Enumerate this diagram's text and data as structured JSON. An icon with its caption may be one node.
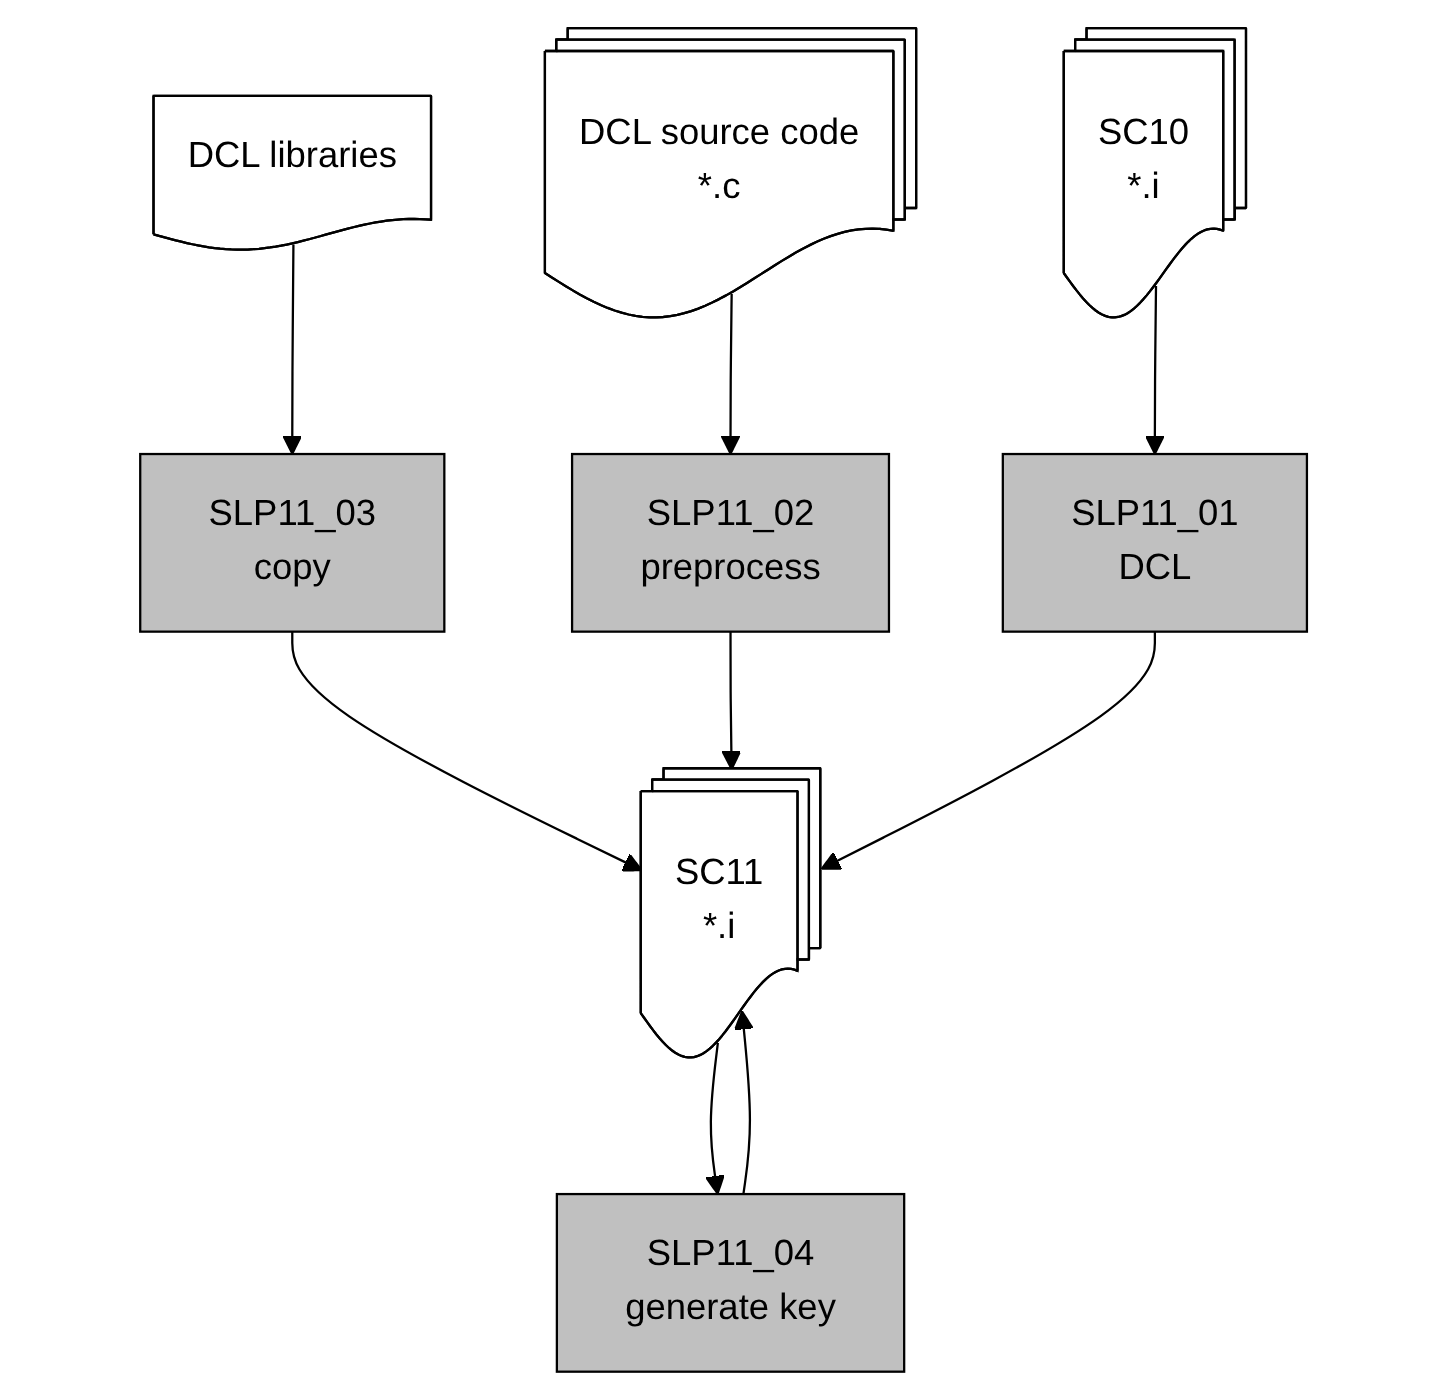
{
  "diagram": {
    "nodes": [
      {
        "text": [
          "DCL libraries"
        ]
      },
      {
        "text": [
          "DCL source code",
          "*.c"
        ]
      },
      {
        "text": [
          "SC10",
          "*.i"
        ]
      },
      {
        "text": [
          "SLP11_03",
          "copy"
        ]
      },
      {
        "text": [
          "SLP11_02",
          "preprocess"
        ]
      },
      {
        "text": [
          "SLP11_01",
          "DCL"
        ]
      },
      {
        "text": [
          "SC11",
          "*.i"
        ]
      },
      {
        "text": [
          "SLP11_04",
          "generate key"
        ]
      }
    ],
    "edges": [
      {
        "from": 0,
        "to": 3,
        "arrow": "to"
      },
      {
        "from": 1,
        "to": 4,
        "arrow": "to"
      },
      {
        "from": 2,
        "to": 5,
        "arrow": "to"
      },
      {
        "from": 3,
        "to": 6,
        "arrow": "to"
      },
      {
        "from": 4,
        "to": 6,
        "arrow": "to"
      },
      {
        "from": 5,
        "to": 6,
        "arrow": "to"
      },
      {
        "from": 6,
        "to": 7,
        "arrow": "to"
      },
      {
        "from": 7,
        "to": 6,
        "arrow": "to"
      }
    ]
  }
}
